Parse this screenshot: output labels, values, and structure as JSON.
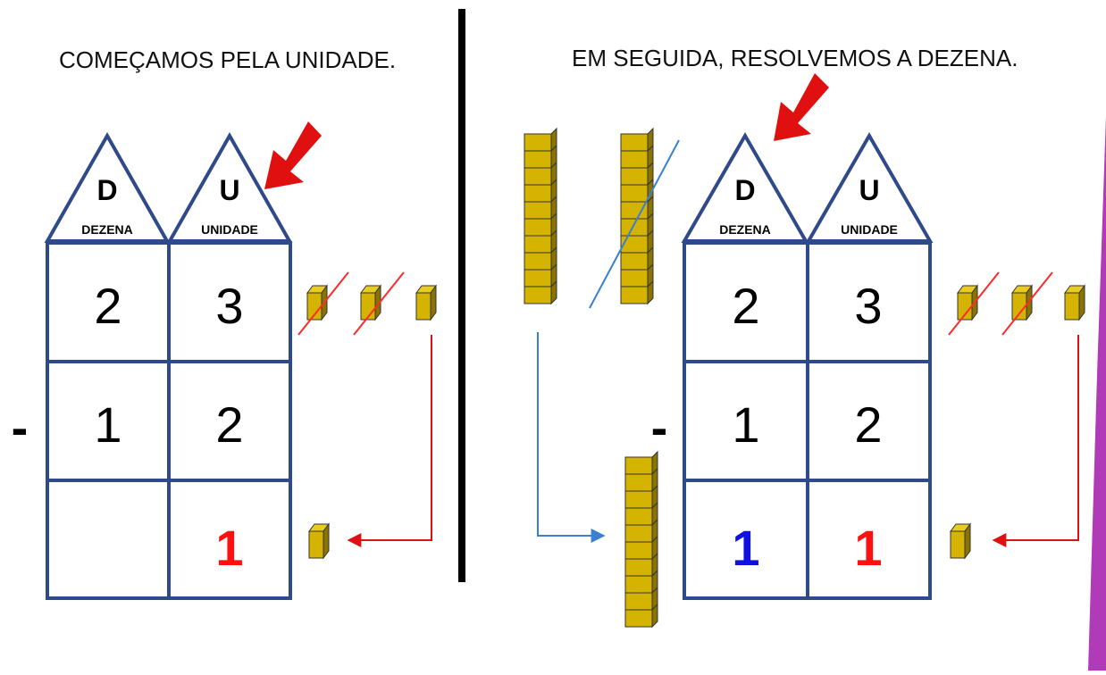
{
  "captions": {
    "left": "COMEÇAMOS PELA UNIDADE.",
    "right": "EM SEGUIDA, RESOLVEMOS A DEZENA."
  },
  "houses": {
    "left": {
      "roof_d_letter": "D",
      "roof_d_label": "DEZENA",
      "roof_u_letter": "U",
      "roof_u_label": "UNIDADE",
      "row1": [
        "2",
        "3"
      ],
      "operator": "-",
      "row2": [
        "1",
        "2"
      ],
      "row3": [
        "",
        "1"
      ]
    },
    "right": {
      "roof_d_letter": "D",
      "roof_d_label": "DEZENA",
      "roof_u_letter": "U",
      "roof_u_label": "UNIDADE",
      "row1": [
        "2",
        "3"
      ],
      "operator": "-",
      "row2": [
        "1",
        "2"
      ],
      "row3": [
        "1",
        "1"
      ]
    }
  },
  "colors": {
    "house_outline": "#2f4a8a",
    "pointer_arrow": "#e01010",
    "cube_fill": "#d4b400",
    "cube_dark": "#8a7300",
    "strike_red": "#ff2a2a",
    "connector_red": "#e01010",
    "connector_blue": "#3b7fd1",
    "result_blue": "#1010e0",
    "result_red": "#ff1010",
    "divider": "#000000",
    "edge_bar": "#b03ab8"
  }
}
